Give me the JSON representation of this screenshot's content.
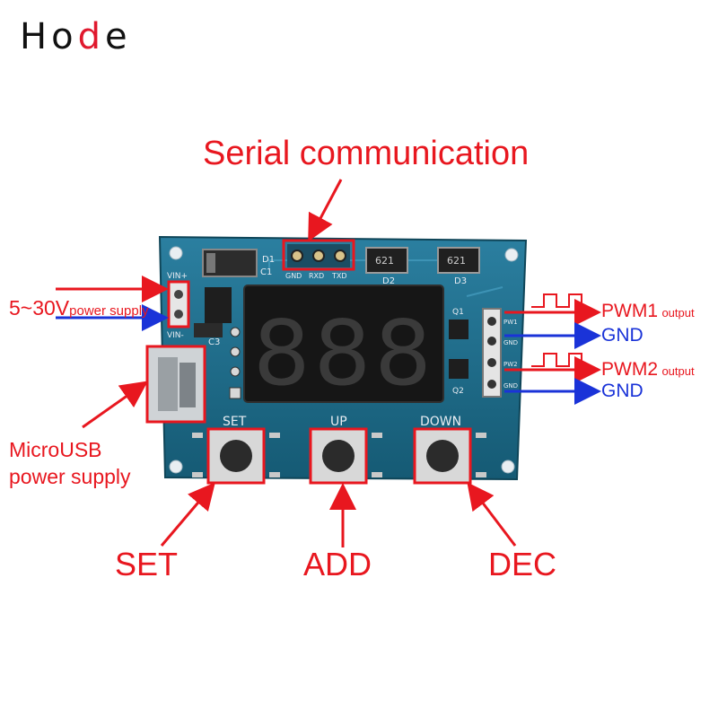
{
  "brand": {
    "name_start": "Ho",
    "name_dot": "d",
    "name_end": "e"
  },
  "callouts": {
    "serial": "Serial communication",
    "power_voltage": "5~30V",
    "power_supply": "power supply",
    "pwm1": "PWM1",
    "pwm2": "PWM2",
    "output": "output",
    "gnd1": "GND",
    "gnd2": "GND",
    "microusb_line1": "MicroUSB",
    "microusb_line2": "power supply",
    "set": "SET",
    "add": "ADD",
    "dec": "DEC"
  },
  "board": {
    "d1": "D1",
    "c1": "C1",
    "c3": "C3",
    "d2": "D2",
    "d3": "D3",
    "gnd": "GND",
    "rxd": "RXD",
    "txd": "TXD",
    "vin_plus": "VIN+",
    "vin_minus": "VIN-",
    "q1": "Q1",
    "q2": "Q2",
    "pw1": "PW1",
    "pw2": "PW2",
    "gnd_a": "GND",
    "gnd_b": "GND",
    "diode_code_1": "621",
    "diode_code_2": "621",
    "btn_set": "SET",
    "btn_up": "UP",
    "btn_down": "DOWN",
    "display": "888"
  },
  "colors": {
    "annotation": "#e8171f",
    "ground": "#1a33d8",
    "pcb": "#1f6f8d",
    "display": "#161616"
  }
}
